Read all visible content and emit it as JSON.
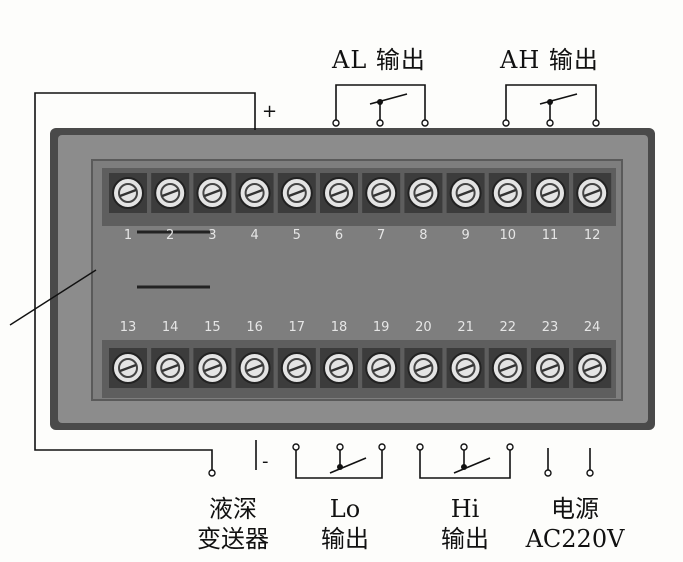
{
  "title_labels": {
    "al_output": "AL 输出",
    "ah_output": "AH 输出"
  },
  "polarity": {
    "plus": "+",
    "minus": "-"
  },
  "terminals": {
    "top": [
      "1",
      "2",
      "3",
      "4",
      "5",
      "6",
      "7",
      "8",
      "9",
      "10",
      "11",
      "12"
    ],
    "bottom": [
      "13",
      "14",
      "15",
      "16",
      "17",
      "18",
      "19",
      "20",
      "21",
      "22",
      "23",
      "24"
    ]
  },
  "bottom_labels": {
    "transmitter": {
      "line1": "液深",
      "line2": "变送器"
    },
    "lo_output": {
      "line1": "Lo",
      "line2": "输出"
    },
    "hi_output": {
      "line1": "Hi",
      "line2": "输出"
    },
    "power": {
      "line1": "电源",
      "line2": "AC220V"
    }
  },
  "colors": {
    "panel": "#8c8c8c",
    "panel_dark": "#5f5f5f",
    "strip": "#6e6e6e",
    "screw": "#e4e4e4",
    "wire": "#111111"
  }
}
